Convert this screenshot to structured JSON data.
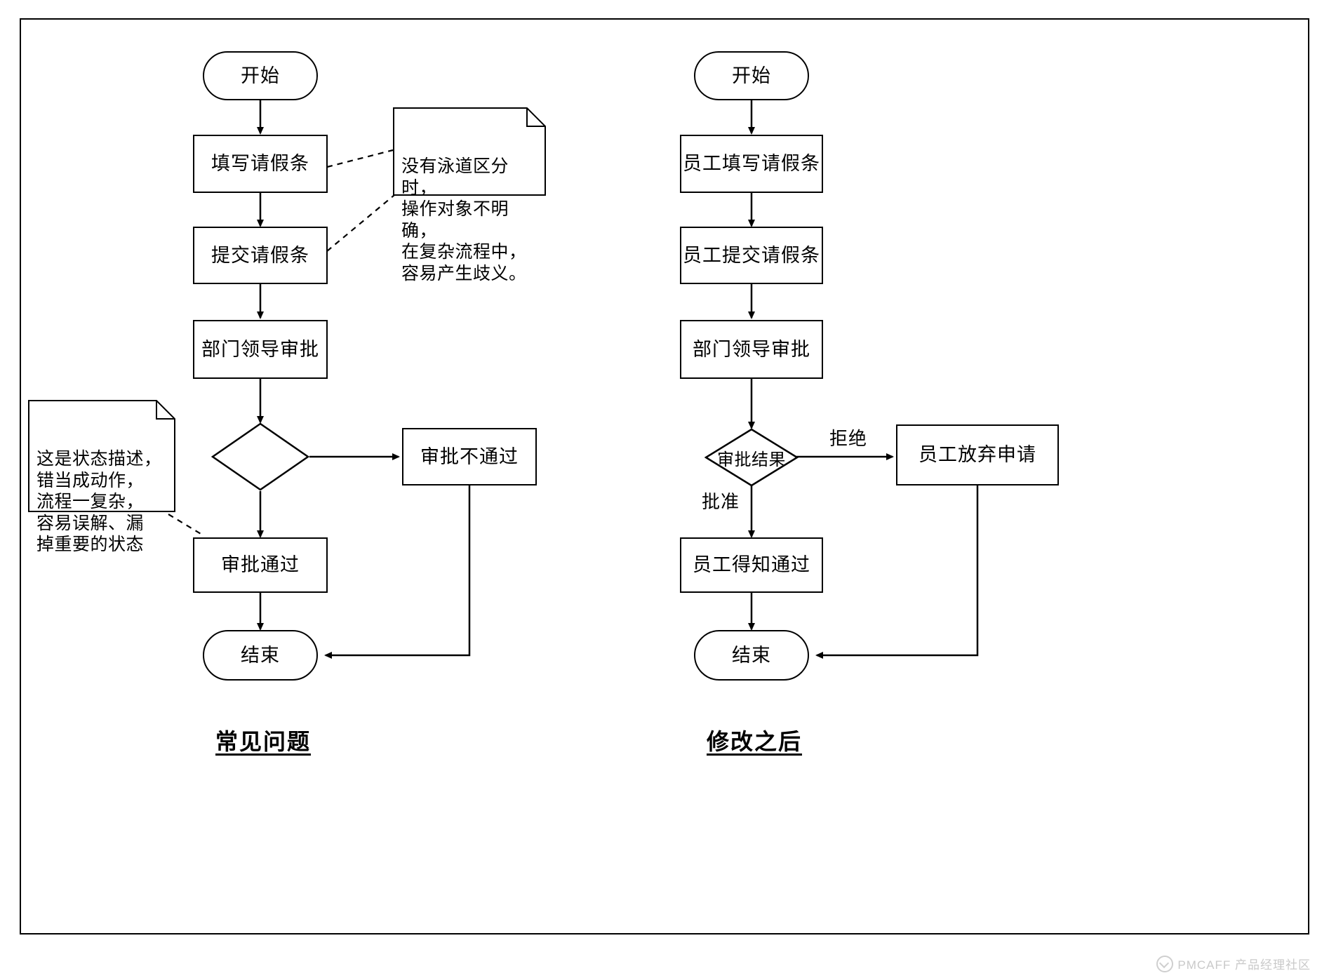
{
  "diagram": {
    "title_left": "常见问题",
    "title_right": "修改之后",
    "left_flow": {
      "start": "开始",
      "step1": "填写请假条",
      "step2": "提交请假条",
      "step3": "部门领导审批",
      "decision": "",
      "reject_box": "审批不通过",
      "approve_box": "审批通过",
      "end": "结束"
    },
    "right_flow": {
      "start": "开始",
      "step1": "员工填写请假条",
      "step2": "员工提交请假条",
      "step3": "部门领导审批",
      "decision": "审批结果",
      "label_reject": "拒绝",
      "label_approve": "批准",
      "reject_box": "员工放弃申请",
      "approve_box": "员工得知通过",
      "end": "结束"
    },
    "notes": {
      "top_right_note": "没有泳道区分时，\n操作对象不明确，\n在复杂流程中，\n容易产生歧义。",
      "left_note": "这是状态描述，\n错当成动作，\n流程一复杂，\n容易误解、漏\n掉重要的状态"
    },
    "watermark": "PMCAFF 产品经理社区",
    "colors": {
      "stroke": "#000000",
      "background": "#ffffff",
      "watermark": "#c9c9c9"
    }
  }
}
